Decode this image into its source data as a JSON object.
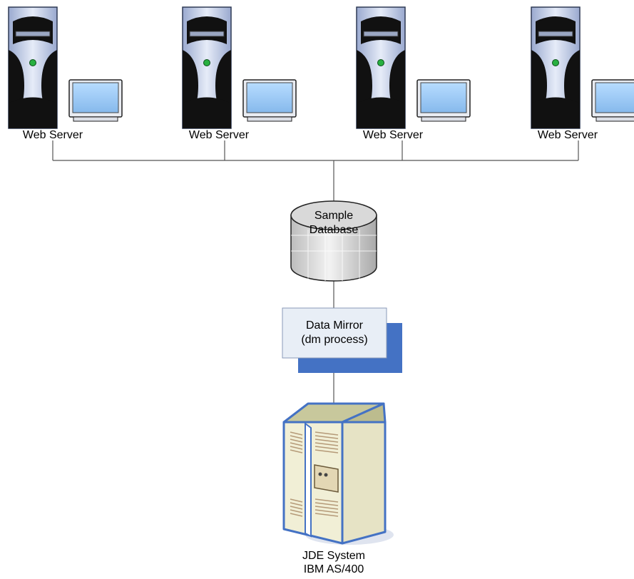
{
  "web_servers": [
    {
      "label": "Web Server"
    },
    {
      "label": "Web Server"
    },
    {
      "label": "Web Server"
    },
    {
      "label": "Web Server"
    }
  ],
  "database": {
    "line1": "Sample",
    "line2": "Database"
  },
  "data_mirror": {
    "line1": "Data Mirror",
    "line2": "(dm process)"
  },
  "mainframe": {
    "line1": "JDE System",
    "line2": "IBM AS/400"
  },
  "colors": {
    "tower_fill": "#c5cfe6",
    "tower_edge": "#7d8fb8",
    "screen_fill": "#9fcbf4",
    "status_led": "#28b040",
    "mirror_box": "#e8eef6",
    "mirror_shadow": "#4472c4",
    "as400_top": "#c8c89c",
    "as400_front": "#f1efd6",
    "as400_outline": "#4472c4"
  },
  "icons": [
    "server-tower-icon",
    "monitor-icon",
    "database-cylinder-icon",
    "mainframe-icon"
  ]
}
